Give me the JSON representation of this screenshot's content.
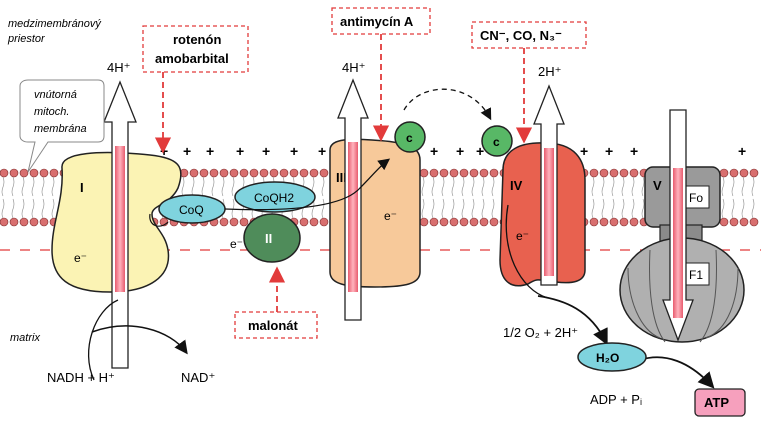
{
  "labels": {
    "intermembrane_space": [
      "medzimembránový",
      "priestor"
    ],
    "inner_membrane": [
      "vnútorná",
      "mitoch.",
      "membrána"
    ],
    "matrix": "matrix"
  },
  "complexes": {
    "I": "I",
    "II": "II",
    "III": "III",
    "IV": "IV",
    "V": "V",
    "Fo": "Fo",
    "F1": "F1",
    "CoQ": "CoQ",
    "CoQH2": "CoQH2",
    "cytc": "c",
    "electron": "e⁻"
  },
  "protons": {
    "complex_I": "4H⁺",
    "complex_III": "4H⁺",
    "complex_IV": "2H⁺"
  },
  "inhibitors": {
    "rotenone": [
      "rotenón",
      "amobarbital"
    ],
    "antimycin": "antimycín A",
    "cyanide": "CN⁻, CO, N₃⁻",
    "malonate": "malonát"
  },
  "reactions": {
    "nadh": "NADH + H⁺",
    "nad": "NAD⁺",
    "oxygen": "1/2 O₂ + 2H⁺",
    "water": "H₂O",
    "adp": "ADP + Pᵢ",
    "atp": "ATP"
  },
  "colors": {
    "complex_I": "#fbf3b4",
    "complex_II": "#4f8c5a",
    "complex_III": "#f7c99a",
    "complex_IV": "#e8614f",
    "complex_V": "#9a9a9a",
    "coq": "#7fd3de",
    "cyt_c": "#58b866",
    "atp_box": "#f6a0bd",
    "inhibitor": "#e23b3b",
    "lipid_head": "#d86f6f"
  }
}
